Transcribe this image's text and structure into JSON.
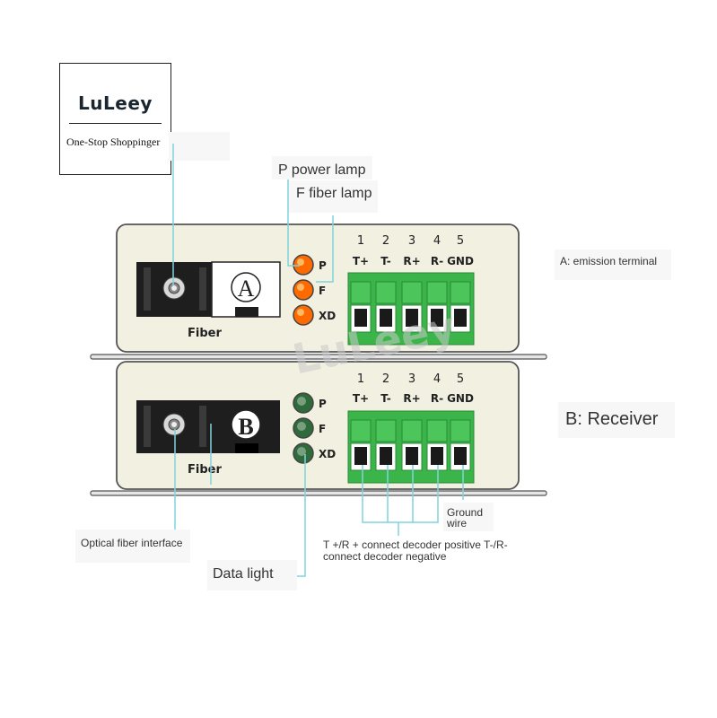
{
  "logo": {
    "brand": "LuLeey",
    "tagline": "One-Stop Shopping",
    "tagline_suffix": "er"
  },
  "watermark": "LuLeey",
  "colors": {
    "case": "#f1f0e1",
    "case_border": "#555555",
    "terminal": "#3bb54a",
    "terminal_dark": "#2a8a35",
    "led_on": "#ff6a00",
    "led_off": "#2f6b3a",
    "leader_line": "#7fd3dc",
    "fiber_port": "#222222"
  },
  "legend": {
    "power_lamp": "P power lamp",
    "fiber_lamp": "F fiber lamp",
    "emission_terminal": "A: emission terminal",
    "receiver": "B: Receiver",
    "optical_fiber_interface": "Optical fiber interface",
    "data_light": "Data light",
    "ground_wire_line1": "Ground",
    "ground_wire_line2": "wire",
    "terminal_note_line1": "T +/R + connect decoder positive T-/R-",
    "terminal_note_line2": "connect decoder negative"
  },
  "units": [
    {
      "badge": "A",
      "fiber_label": "Fiber",
      "leds": [
        {
          "label": "P",
          "state": "on"
        },
        {
          "label": "F",
          "state": "on"
        },
        {
          "label": "XD",
          "state": "on"
        }
      ],
      "pin_numbers": [
        "1",
        "2",
        "3",
        "4",
        "5"
      ],
      "pin_names": [
        "T+",
        "T-",
        "R+",
        "R-",
        "GND"
      ]
    },
    {
      "badge": "B",
      "fiber_label": "Fiber",
      "leds": [
        {
          "label": "P",
          "state": "off"
        },
        {
          "label": "F",
          "state": "off"
        },
        {
          "label": "XD",
          "state": "off"
        }
      ],
      "pin_numbers": [
        "1",
        "2",
        "3",
        "4",
        "5"
      ],
      "pin_names": [
        "T+",
        "T-",
        "R+",
        "R-",
        "GND"
      ]
    }
  ]
}
